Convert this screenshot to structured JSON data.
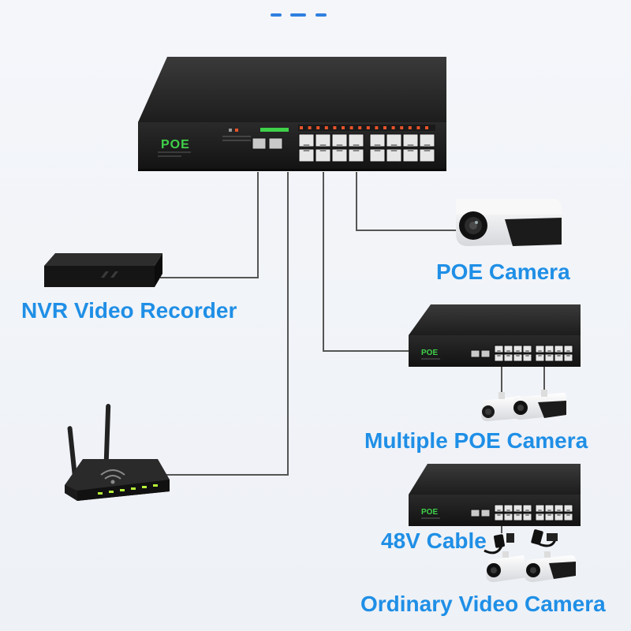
{
  "top_indicator": {
    "count": 3,
    "color": "#2f7fe0"
  },
  "colors": {
    "label": "#1f8fe6",
    "cable": "#555555",
    "switch_body": "#1e1e1e",
    "port_orange": "#e8542a",
    "poe_green": "#3fd14a"
  },
  "main_switch": {
    "brand": "POE"
  },
  "small_switch_1": {
    "brand": "POE"
  },
  "small_switch_2": {
    "brand": "POE"
  },
  "labels": {
    "poe_camera": "POE Camera",
    "nvr": "NVR Video Recorder",
    "multiple_poe_camera": "Multiple POE Camera",
    "cable_48v": "48V Cable",
    "ordinary_camera": "Ordinary Video Camera"
  },
  "icons": [
    "nvr-recorder-icon",
    "wifi-router-icon",
    "bullet-camera-icon",
    "power-adapter-icon"
  ]
}
